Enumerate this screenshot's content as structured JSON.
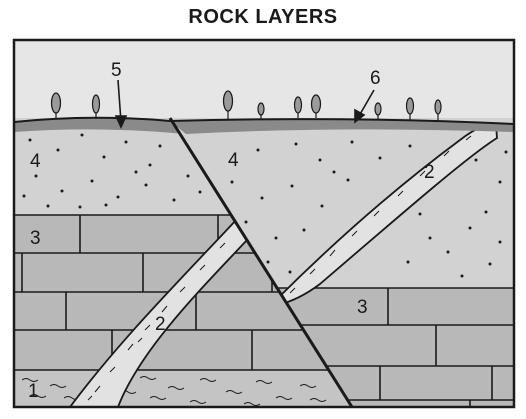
{
  "title": "ROCK LAYERS",
  "labels": {
    "layer_1": "1",
    "dike_2_lower": "2",
    "dike_2_upper": "2",
    "layer_3_left": "3",
    "layer_3_right": "3",
    "layer_4_left": "4",
    "layer_4_right": "4",
    "layer_5": "5",
    "layer_6": "6"
  },
  "colors": {
    "background": "#ffffff",
    "sky": "#e6e6e6",
    "sandstone": "#d2d2d2",
    "brick": "#b8b8b8",
    "shale": "#c4c4c4",
    "dike": "#e2e2e2",
    "topsoil": "#8a8a8a",
    "outline": "#1a1a1a"
  }
}
